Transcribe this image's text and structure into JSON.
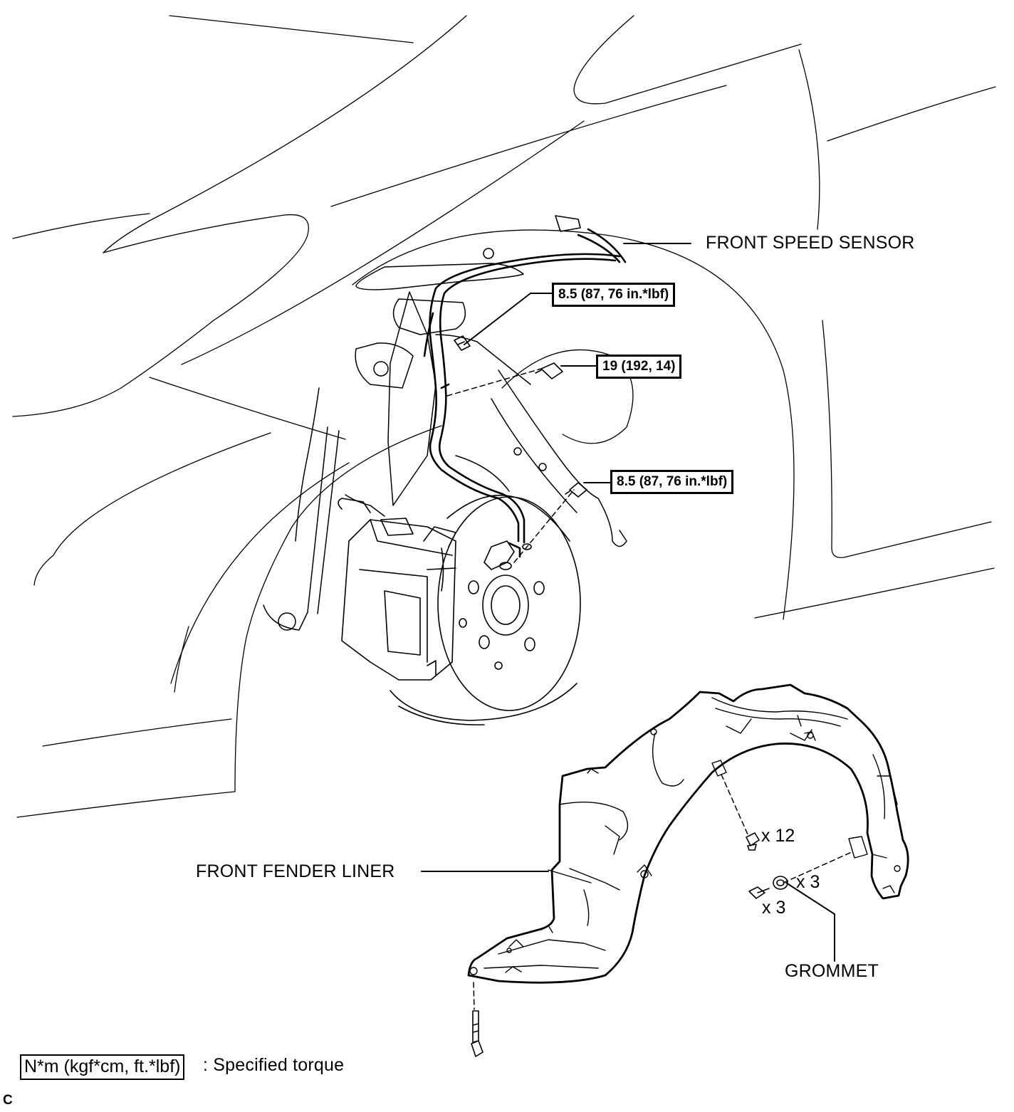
{
  "labels": {
    "front_speed_sensor": "FRONT SPEED SENSOR",
    "front_fender_liner": "FRONT FENDER LINER",
    "grommet": "GROMMET"
  },
  "torques": {
    "sensor_clamp_upper": "8.5 (87, 76 in.*lbf)",
    "sensor_bracket_bolt": "19 (192, 14)",
    "sensor_mount_bolt": "8.5 (87, 76 in.*lbf)"
  },
  "quantities": {
    "clips": "x 12",
    "grommets": "x 3",
    "screws": "x 3"
  },
  "legend": {
    "box_text": "N*m (kgf*cm, ft.*lbf)",
    "description": ": Specified torque"
  },
  "figure_id": "C"
}
